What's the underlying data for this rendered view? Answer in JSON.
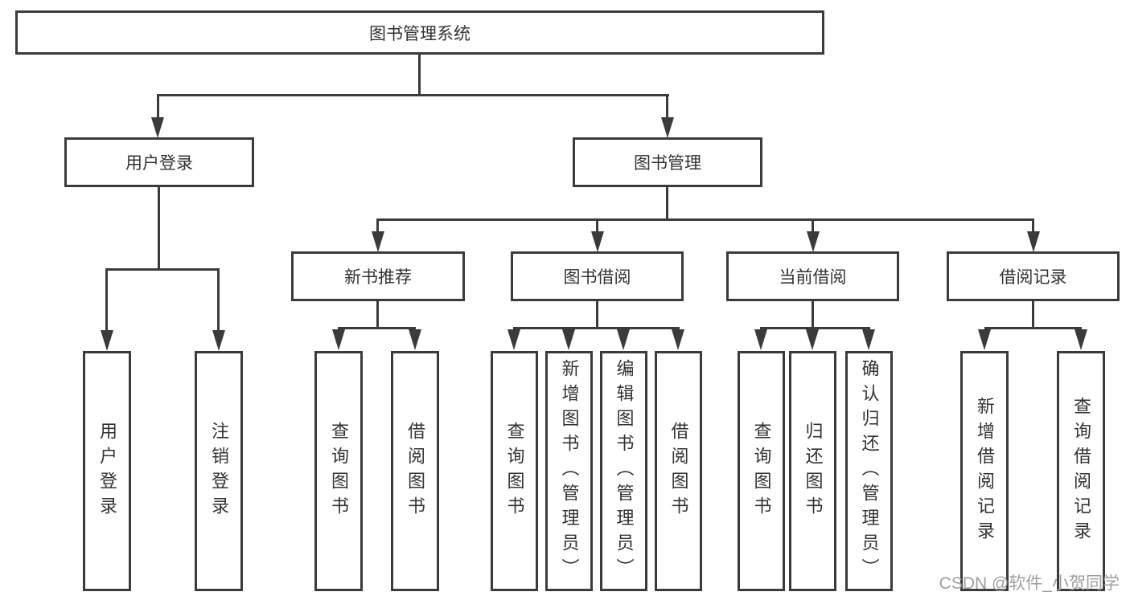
{
  "root": {
    "label": "图书管理系统"
  },
  "level2": {
    "user_login": {
      "label": "用户登录"
    },
    "book_mgmt": {
      "label": "图书管理"
    }
  },
  "level3": {
    "new_book_rec": {
      "label": "新书推荐"
    },
    "book_borrow": {
      "label": "图书借阅"
    },
    "current_borrow": {
      "label": "当前借阅"
    },
    "borrow_record": {
      "label": "借阅记录"
    }
  },
  "leaves": {
    "user_login": {
      "label": "用户登录"
    },
    "logout": {
      "label": "注销登录"
    },
    "rec_query_books": {
      "label": "查询图书"
    },
    "rec_borrow_books": {
      "label": "借阅图书"
    },
    "bb_query_books": {
      "label": "查询图书"
    },
    "bb_add_books": {
      "label": "新增图书（管理员）"
    },
    "bb_edit_books": {
      "label": "编辑图书（管理员）"
    },
    "bb_borrow_books": {
      "label": "借阅图书"
    },
    "cb_query_books": {
      "label": "查询图书"
    },
    "cb_return_books": {
      "label": "归还图书"
    },
    "cb_confirm_return": {
      "label": "确认归还（管理员）"
    },
    "br_add_record": {
      "label": "新增借阅记录"
    },
    "br_query_record": {
      "label": "查询借阅记录"
    }
  },
  "watermark": {
    "text": "CSDN @软件_小贺同学"
  },
  "colors": {
    "line": "#3b3b3b",
    "text": "#333333",
    "watermark": "#9e9e9e",
    "background": "#ffffff"
  }
}
